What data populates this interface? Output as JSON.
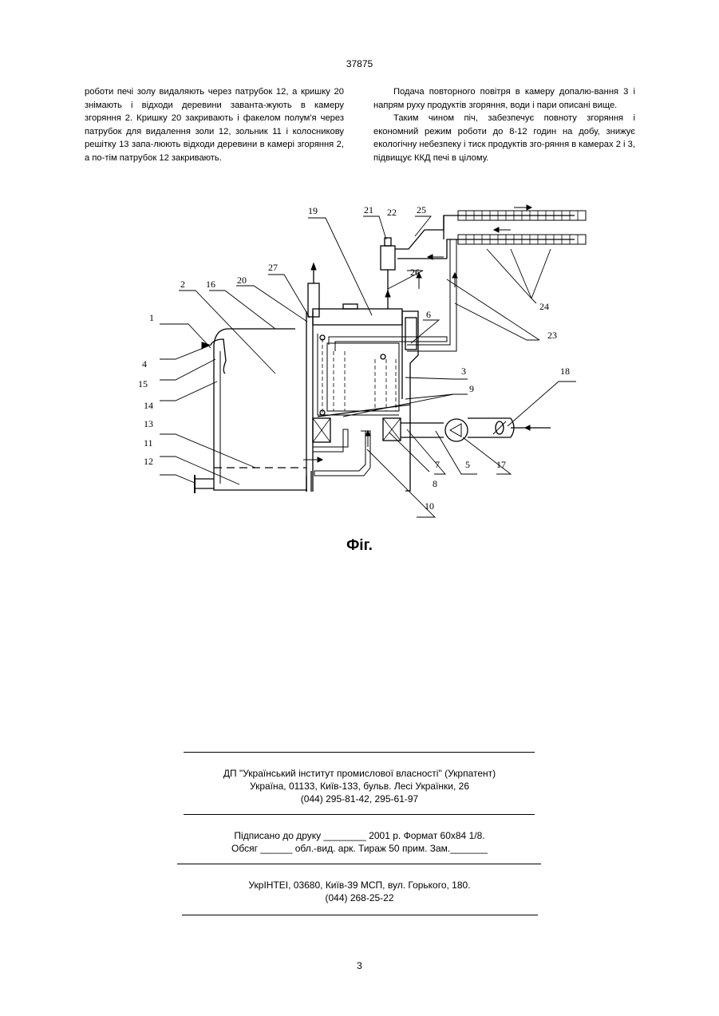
{
  "header": {
    "doc_number": "37875"
  },
  "left_column": [
    "роботи печі золу видаляють через патрубок 12, а кришку 20 знімають і відходи деревини заванта-жують в камеру згоряння 2. Кришку 20 закривають і факелом полум'я через патрубок для видалення золи 12, зольник 11 і колосникову решітку 13 запа-люють відходи деревини в камері згоряння 2, а по-тім патрубок 12 закривають."
  ],
  "right_column": [
    "Подача повторного повітря в камеру допалю-вання 3 і напрям руху продуктів згоряння, води і пари описані вище.",
    "Таким чином піч, забезпечує повноту згоряння і економний режим роботи до 8-12 годин на добу, знижує екологічну небезпеку і тиск продуктів зго-ряння в камерах 2 і 3, підвищує ККД печі в цілому."
  ],
  "figure": {
    "caption": "Фіг.",
    "labels": [
      "1",
      "2",
      "3",
      "4",
      "5",
      "6",
      "7",
      "8",
      "9",
      "10",
      "11",
      "12",
      "13",
      "14",
      "15",
      "16",
      "17",
      "18",
      "19",
      "20",
      "21",
      "22",
      "23",
      "24",
      "25",
      "26",
      "27"
    ]
  },
  "imprint": {
    "org": "ДП \"Український інститут промислової власності\" (Укрпатент)",
    "address": "Україна, 01133, Київ-133, бульв. Лесі Українки, 26",
    "phone": "(044) 295-81-42, 295-61-97",
    "signed": "Підписано до друку ________ 2001 р.    Формат 60х84 1/8.",
    "volume": "Обсяг ______ обл.-вид. арк.   Тираж 50 прим.    Зам._______",
    "printer": "УкрІНТЕІ, 03680, Київ-39 МСП, вул. Горького, 180.",
    "printer_phone": "(044) 268-25-22"
  },
  "footer": {
    "page_number": "3"
  }
}
